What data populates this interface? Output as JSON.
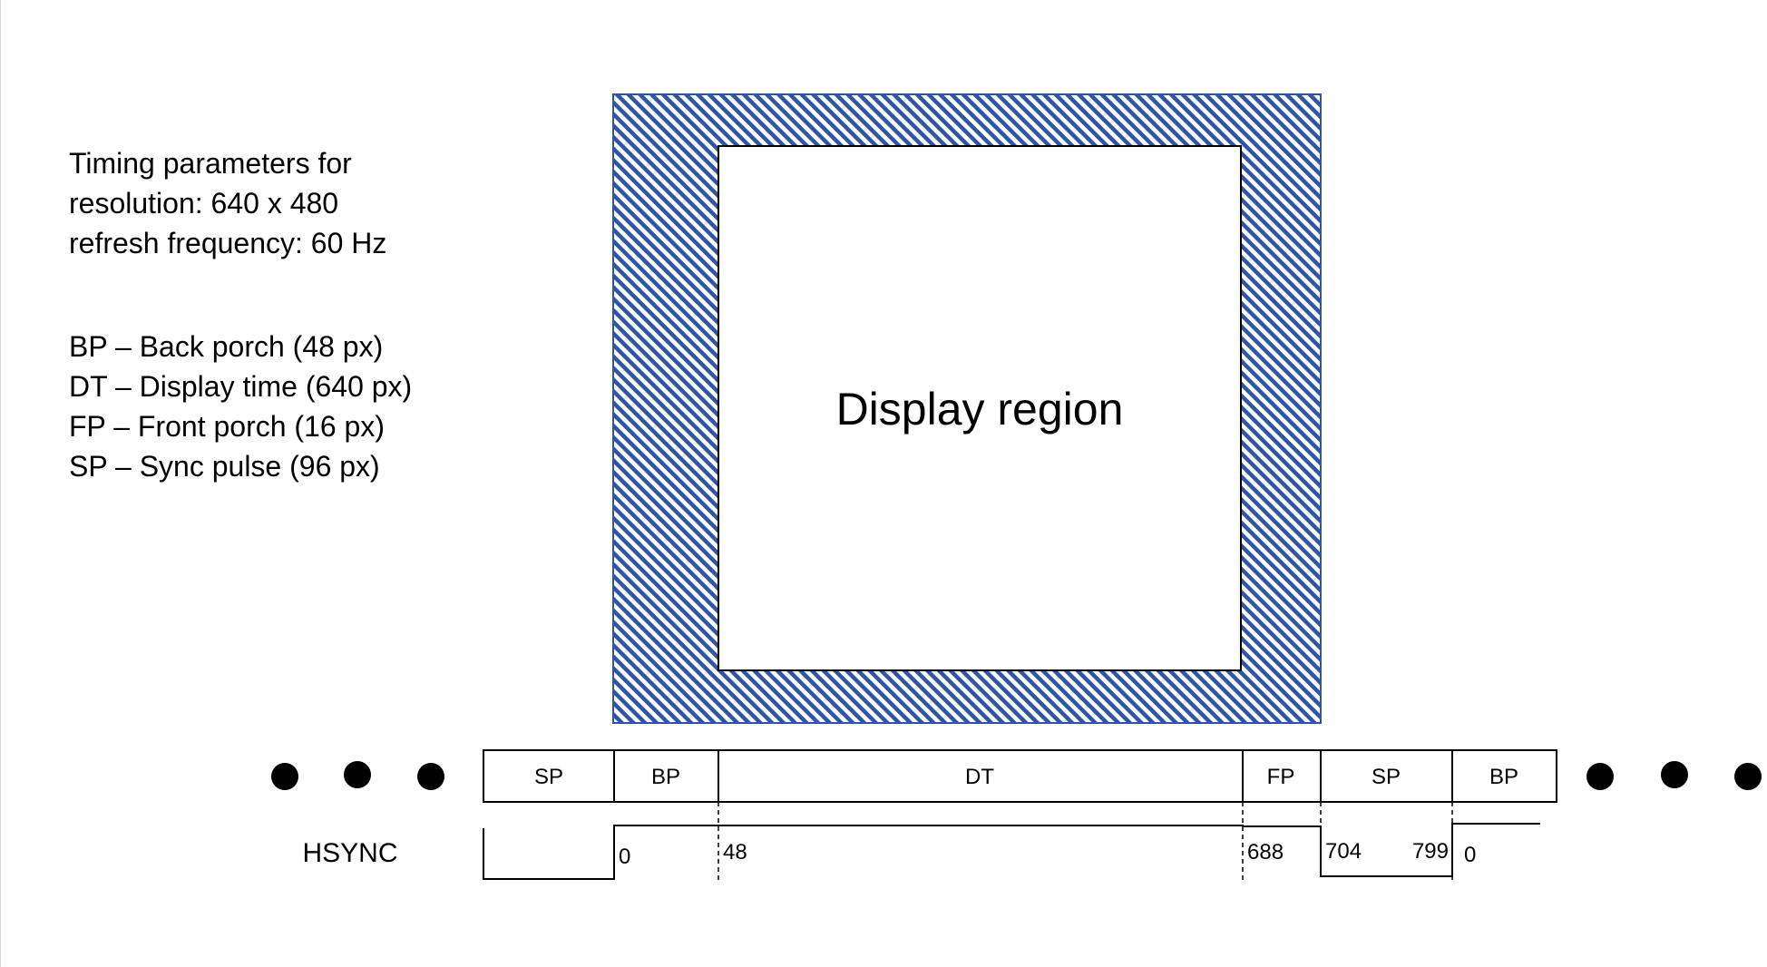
{
  "timing_info": {
    "lines": [
      "Timing parameters for",
      "resolution: 640 x 480",
      "refresh frequency: 60 Hz"
    ]
  },
  "legend": {
    "lines": [
      "BP – Back porch (48 px)",
      "DT – Display time (640 px)",
      "FP – Front porch (16 px)",
      "SP – Sync pulse (96 px)"
    ]
  },
  "display_region": {
    "label": "Display region"
  },
  "timeline": {
    "segments": [
      "SP",
      "BP",
      "DT",
      "FP",
      "SP",
      "BP"
    ],
    "signal_name": "HSYNC",
    "ticks": [
      "0",
      "48",
      "688",
      "704",
      "799",
      "0"
    ]
  },
  "colors": {
    "hatch": "#2e55a8",
    "line": "#000000"
  }
}
